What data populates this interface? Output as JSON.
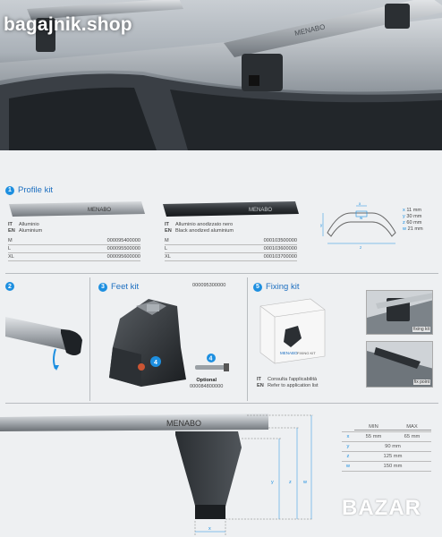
{
  "watermark": "bagajnik.shop",
  "brand_logo": "MENABO",
  "profile_kit": {
    "number": "1",
    "title": "Profile kit",
    "left": {
      "lang": [
        {
          "code": "IT",
          "text": "Alluminio"
        },
        {
          "code": "EN",
          "text": "Aluminium"
        }
      ],
      "sizes": [
        {
          "size": "M",
          "code": "000095400000"
        },
        {
          "size": "L",
          "code": "000095500000"
        },
        {
          "size": "XL",
          "code": "000095600000"
        }
      ]
    },
    "right": {
      "lang": [
        {
          "code": "IT",
          "text": "Alluminio anodizzato nero"
        },
        {
          "code": "EN",
          "text": "Black anodized aluminium"
        }
      ],
      "sizes": [
        {
          "size": "M",
          "code": "000103500000"
        },
        {
          "size": "L",
          "code": "000103600000"
        },
        {
          "size": "XL",
          "code": "000103700000"
        }
      ]
    },
    "profile_dims": [
      {
        "key": "x",
        "value": "11 mm"
      },
      {
        "key": "y",
        "value": "30 mm"
      },
      {
        "key": "z",
        "value": "60 mm"
      },
      {
        "key": "w",
        "value": "21 mm"
      }
    ]
  },
  "section2": {
    "number": "2"
  },
  "feet_kit": {
    "number": "3",
    "title": "Feet kit",
    "code": "000095300000",
    "badge": "4"
  },
  "optional": {
    "number": "4",
    "label": "Optional",
    "code": "000084800000"
  },
  "fixing_kit": {
    "number": "5",
    "title": "Fixing kit",
    "lang": [
      {
        "code": "IT",
        "text": "Consulta l'applicabilità"
      },
      {
        "code": "EN",
        "text": "Refer to application list"
      }
    ],
    "box_brand": "MENABO",
    "box_name": "FIXING KIT",
    "label_top": "fixing kit",
    "label_bottom": "fix point"
  },
  "dimensions": {
    "headers": [
      "MIN",
      "MAX"
    ],
    "rows": [
      {
        "key": "x",
        "min": "55 mm",
        "max": "65 mm"
      },
      {
        "key": "y",
        "value": "90 mm"
      },
      {
        "key": "z",
        "value": "125 mm"
      },
      {
        "key": "w",
        "value": "150 mm"
      }
    ],
    "side_labels": [
      "y",
      "z",
      "w"
    ],
    "bottom_label": "x"
  },
  "bazar": "BAZAR"
}
